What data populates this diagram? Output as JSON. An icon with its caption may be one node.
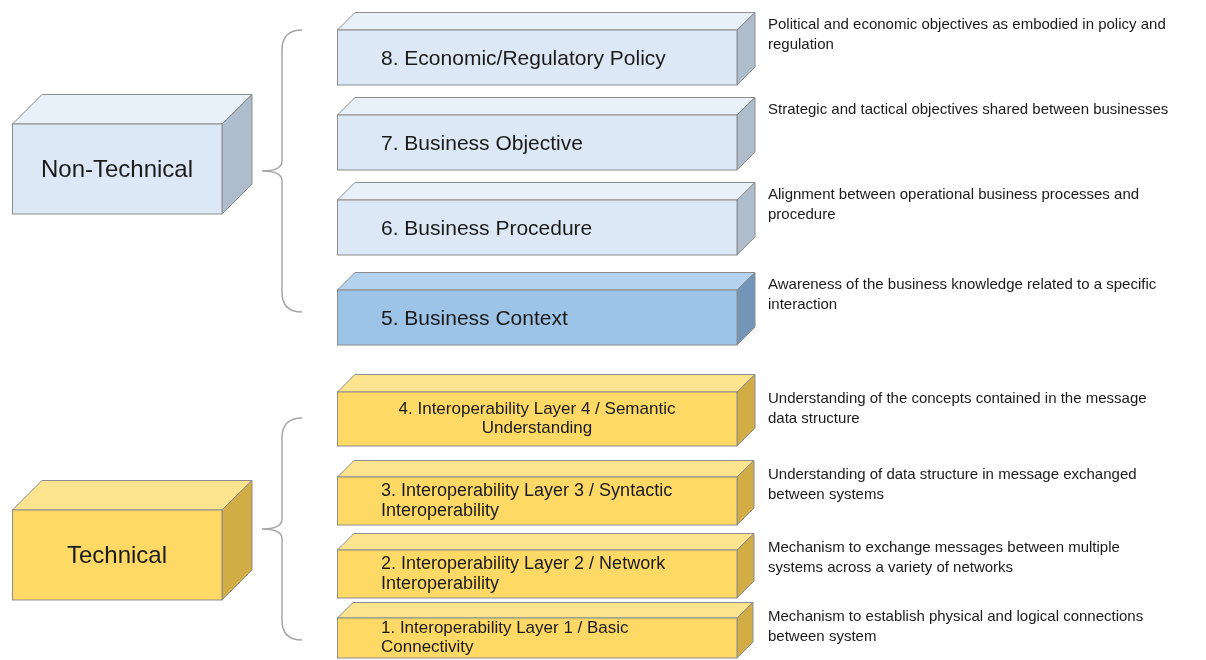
{
  "diagram": {
    "nodes": [
      {
        "text": [
          "Non-Technical"
        ]
      },
      {
        "text": [
          "8. Economic/Regulatory Policy"
        ],
        "beside": [
          "Political and economic objectives as embodied in policy and regulation"
        ]
      },
      {
        "text": [
          "7. Business Objective"
        ],
        "beside": [
          "Strategic and tactical objectives shared between businesses"
        ]
      },
      {
        "text": [
          "6. Business Procedure"
        ],
        "beside": [
          "Alignment between operational business processes and procedure"
        ]
      },
      {
        "text": [
          "5. Business Context"
        ],
        "beside": [
          "Awareness of the business knowledge related to a specific interaction"
        ]
      },
      {
        "text": [
          "Technical"
        ]
      },
      {
        "text": [
          "4. Interoperability Layer 4 / Semantic Understanding"
        ],
        "beside": [
          "Understanding of the concepts contained in the message data structure"
        ]
      },
      {
        "text": [
          "3. Interoperability Layer 3 / Syntactic Interoperability"
        ],
        "beside": [
          "Understanding of data structure in message exchanged between systems"
        ]
      },
      {
        "text": [
          "2. Interoperability Layer 2 / Network Interoperability"
        ],
        "beside": [
          "Mechanism to exchange messages between multiple systems across a variety of networks"
        ]
      },
      {
        "text": [
          "1. Interoperability Layer 1 / Basic Connectivity"
        ],
        "beside": [
          "Mechanism to establish physical and logical connections between system"
        ]
      }
    ],
    "edges": []
  }
}
